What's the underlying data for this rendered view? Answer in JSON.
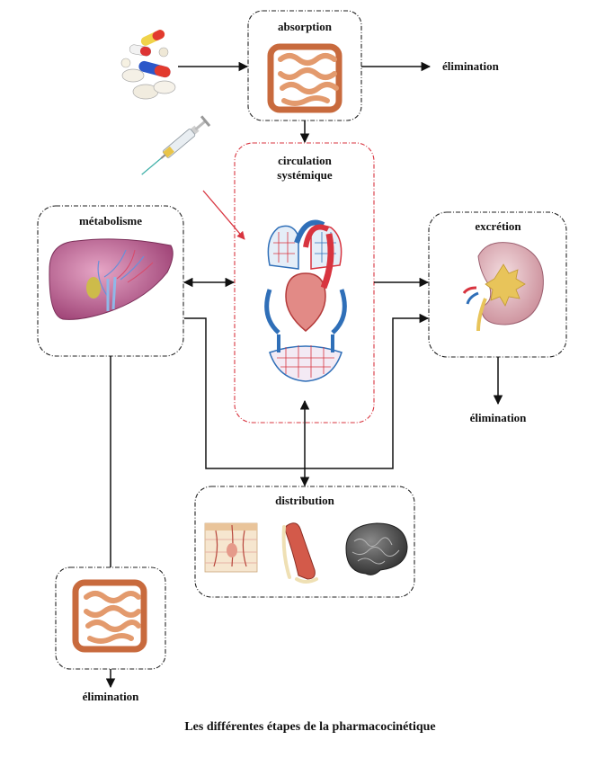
{
  "labels": {
    "absorption": "absorption",
    "circulation_line1": "circulation",
    "circulation_line2": "systémique",
    "metabolism": "métabolisme",
    "excretion": "excrétion",
    "distribution": "distribution",
    "elimination_absorption": "élimination",
    "elimination_excretion": "élimination",
    "elimination_metabolism": "élimination"
  },
  "caption": "Les différentes étapes de la pharmacocinétique",
  "icons": [
    "pills-icon",
    "syringe-icon",
    "intestine-icon",
    "heart-lungs-icon",
    "liver-icon",
    "kidney-icon",
    "skin-icon",
    "muscle-icon",
    "brain-icon"
  ],
  "colors": {
    "circulation_border": "#d8343f",
    "arterial": "#d8343f",
    "venous": "#2f6fb8",
    "intestine": "#d9855a",
    "liver": "#b85a8a",
    "kidney": "#d9b0b8",
    "brain": "#4a4a4a"
  }
}
